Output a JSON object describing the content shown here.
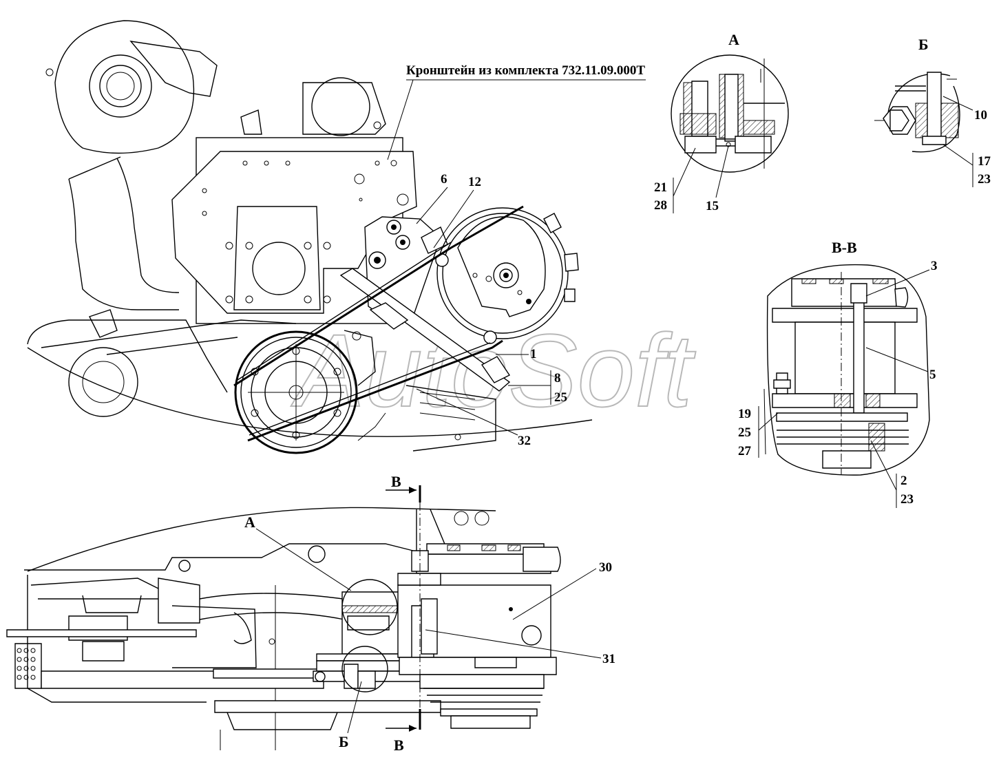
{
  "title_bracket": "Кронштейн из комплекта 732.11.09.000Т",
  "watermark": "AutoSoft",
  "views": {
    "A": "А",
    "B": "Б",
    "VV": "В-В",
    "V": "В"
  },
  "callouts": {
    "c1": "1",
    "c2": "2",
    "c3": "3",
    "c5": "5",
    "c6": "6",
    "c8": "8",
    "c10": "10",
    "c12": "12",
    "c15": "15",
    "c17": "17",
    "c19": "19",
    "c21": "21",
    "c23": "23",
    "c25": "25",
    "c27": "27",
    "c28": "28",
    "c30": "30",
    "c31": "31",
    "c32": "32"
  }
}
